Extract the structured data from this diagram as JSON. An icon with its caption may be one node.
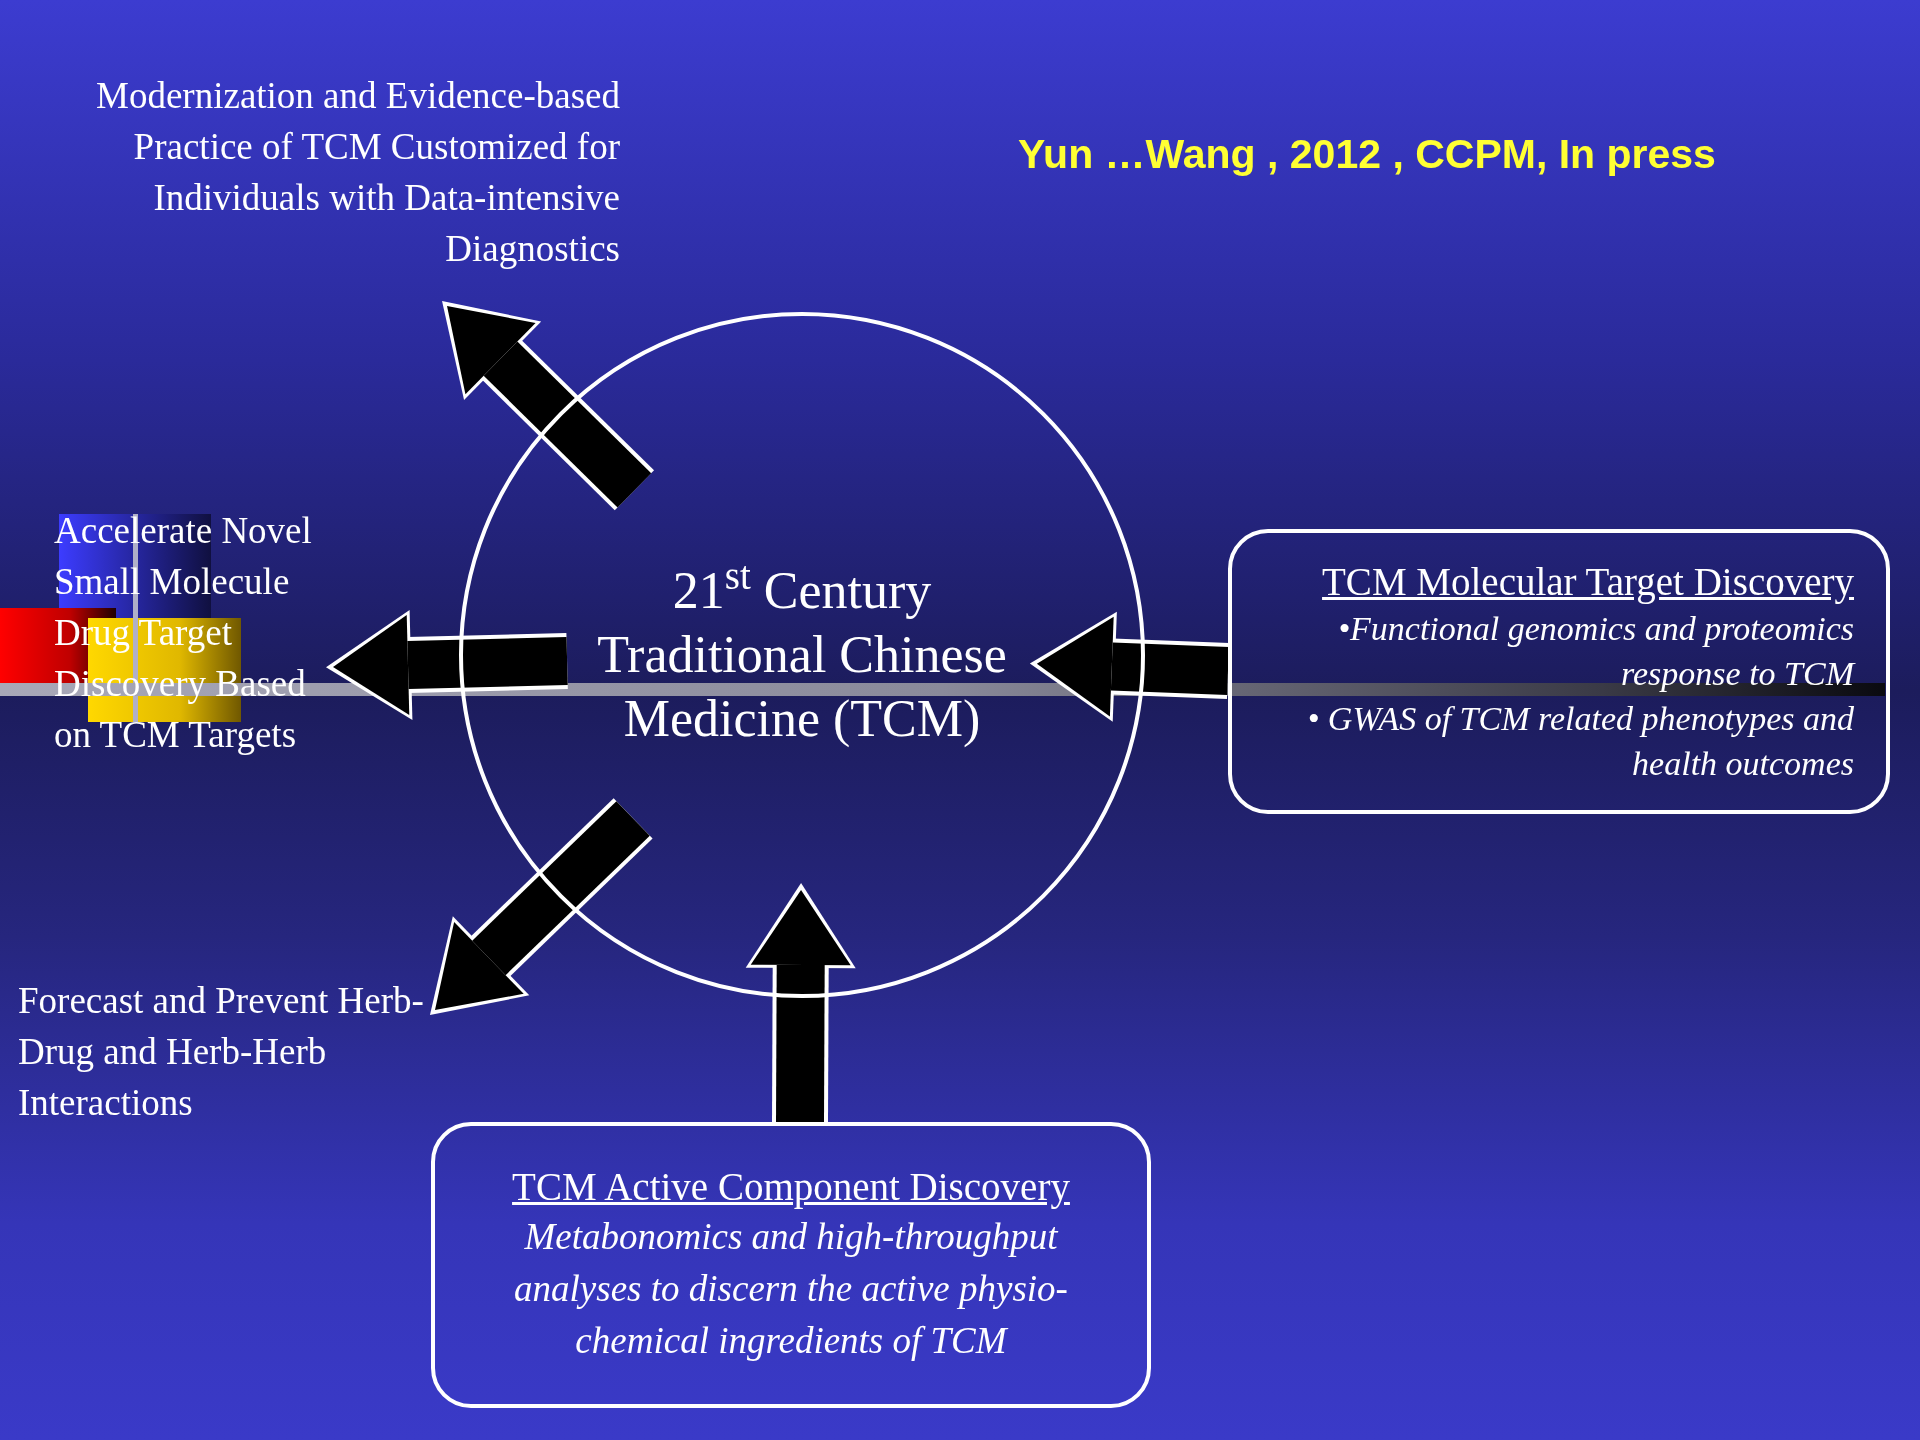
{
  "diagram": {
    "nodes": [
      {
        "text": [
          "21$^{st}$ Century Traditional Chinese Medicine (TCM)"
        ]
      },
      {
        "text": [
          "Modernization and Evidence-based Practice of TCM Customized for Individuals with Data-intensive Diagnostics"
        ]
      },
      {
        "text": [
          "Accelerate Novel Small Molecule Drug Target Discovery Based on TCM Targets"
        ]
      },
      {
        "text": [
          "Forecast and Prevent Herb-Drug and Herb-Herb Interactions"
        ]
      },
      {
        "text": [
          "TCM Molecular Target Discovery",
          "•Functional genomics and proteomics response to TCM",
          "• GWAS of TCM related phenotypes and health outcomes"
        ]
      },
      {
        "text": [
          "TCM Active Component Discovery",
          "Metabonomics and high-throughput analyses to discern the active physio-chemical ingredients of TCM"
        ]
      }
    ],
    "edges": [
      {
        "from": 0,
        "to": 1,
        "arrow": "to"
      },
      {
        "from": 0,
        "to": 2,
        "arrow": "to"
      },
      {
        "from": 0,
        "to": 3,
        "arrow": "to"
      },
      {
        "from": 4,
        "to": 0,
        "arrow": "to"
      },
      {
        "from": 5,
        "to": 0,
        "arrow": "to"
      }
    ],
    "labels": [
      "Yun …Wang , 2012 , CCPM, In press"
    ]
  }
}
